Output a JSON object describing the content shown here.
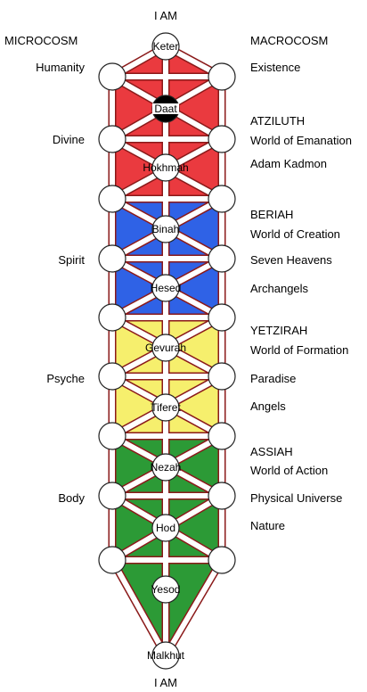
{
  "diagram": {
    "top_label": "I AM",
    "bottom_label": "I AM",
    "left_header": "MICROCOSM",
    "right_header": "MACROCOSM",
    "left_labels": [
      "Humanity",
      "Divine",
      "Spirit",
      "Psyche",
      "Body"
    ],
    "right_labels": [
      "Existence",
      "ATZILUTH",
      "World of Emanation",
      "Adam Kadmon",
      "BERIAH",
      "World of Creation",
      "Seven Heavens",
      "Archangels",
      "YETZIRAH",
      "World of Formation",
      "Paradise",
      "Angels",
      "ASSIAH",
      "World of Action",
      "Physical Universe",
      "Nature"
    ],
    "sephirot": [
      "Keter",
      "Daat",
      "Hokhmah",
      "Binah",
      "Hesed",
      "Gevurah",
      "Tiferet",
      "Nezah",
      "Hod",
      "Yesod",
      "Malkhut"
    ],
    "colors": {
      "red": "#ea3a3f",
      "blue": "#2f62e6",
      "yellow": "#f6ef6d",
      "green": "#2c9a36",
      "dark_red_path": "#8b1a1a",
      "daat_fill": "#000000"
    }
  }
}
